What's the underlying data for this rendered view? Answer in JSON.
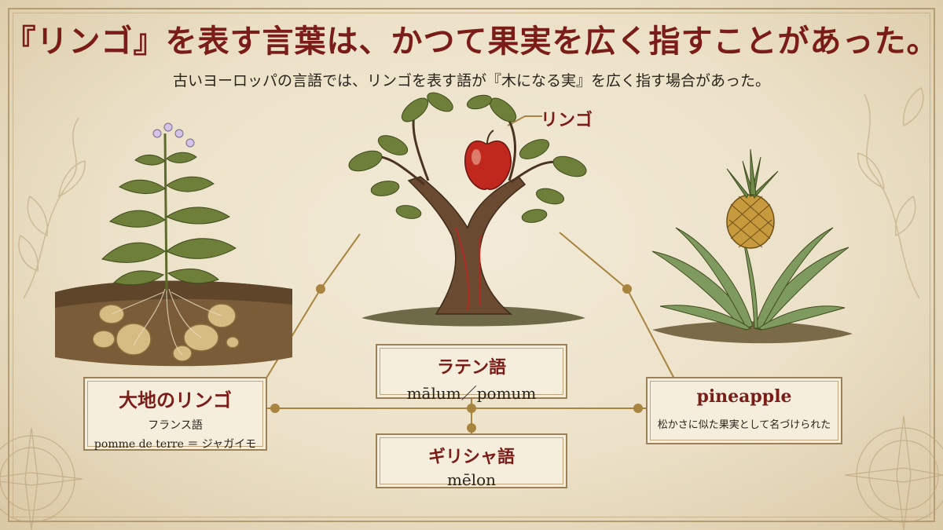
{
  "title": "『リンゴ』を表す言葉は、かつて果実を広く指すことがあった。",
  "subtitle": "古いヨーロッパの言語では、リンゴを表す語が『木になる実』を広く指す場合があった。",
  "apple_label": "リンゴ",
  "latin": {
    "title": "ラテン語",
    "words": "mālum／pomum"
  },
  "greek": {
    "title": "ギリシャ語",
    "words": "mēlon"
  },
  "french": {
    "title": "大地のリンゴ",
    "language": "フランス語",
    "words": "pomme de terre ＝ ジャガイモ"
  },
  "pineapple": {
    "title": "pineapple",
    "note": "松かさに似た果実として名づけられた"
  },
  "colors": {
    "title_red": "#7a1c18",
    "line_gold": "#a8843f",
    "apple_red": "#c0281e",
    "leaf_green": "#6b7a3a",
    "soil_brown": "#6e5232"
  }
}
